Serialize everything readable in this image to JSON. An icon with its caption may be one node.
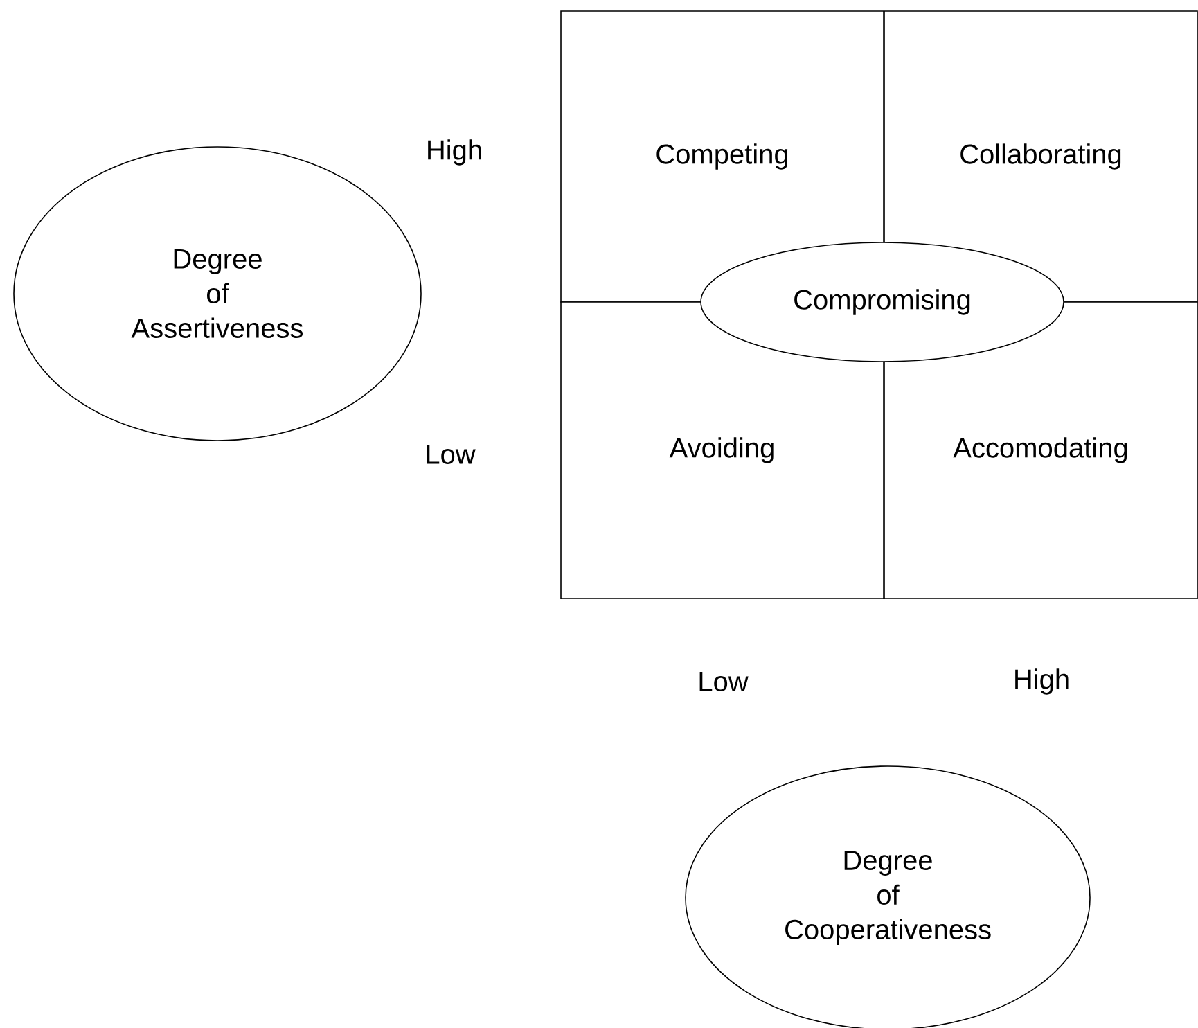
{
  "diagram": {
    "nodes": [
      {
        "text": [
          "Degree of Assertiveness"
        ]
      },
      {
        "text": [
          "Competing"
        ]
      },
      {
        "text": [
          "Collaborating"
        ]
      },
      {
        "text": [
          "Compromising"
        ]
      },
      {
        "text": [
          "Avoiding"
        ]
      },
      {
        "text": [
          "Accomodating"
        ]
      },
      {
        "text": [
          "Degree of Cooperativeness"
        ]
      }
    ],
    "labels": [
      "High",
      "Low",
      "Low",
      "High"
    ]
  }
}
